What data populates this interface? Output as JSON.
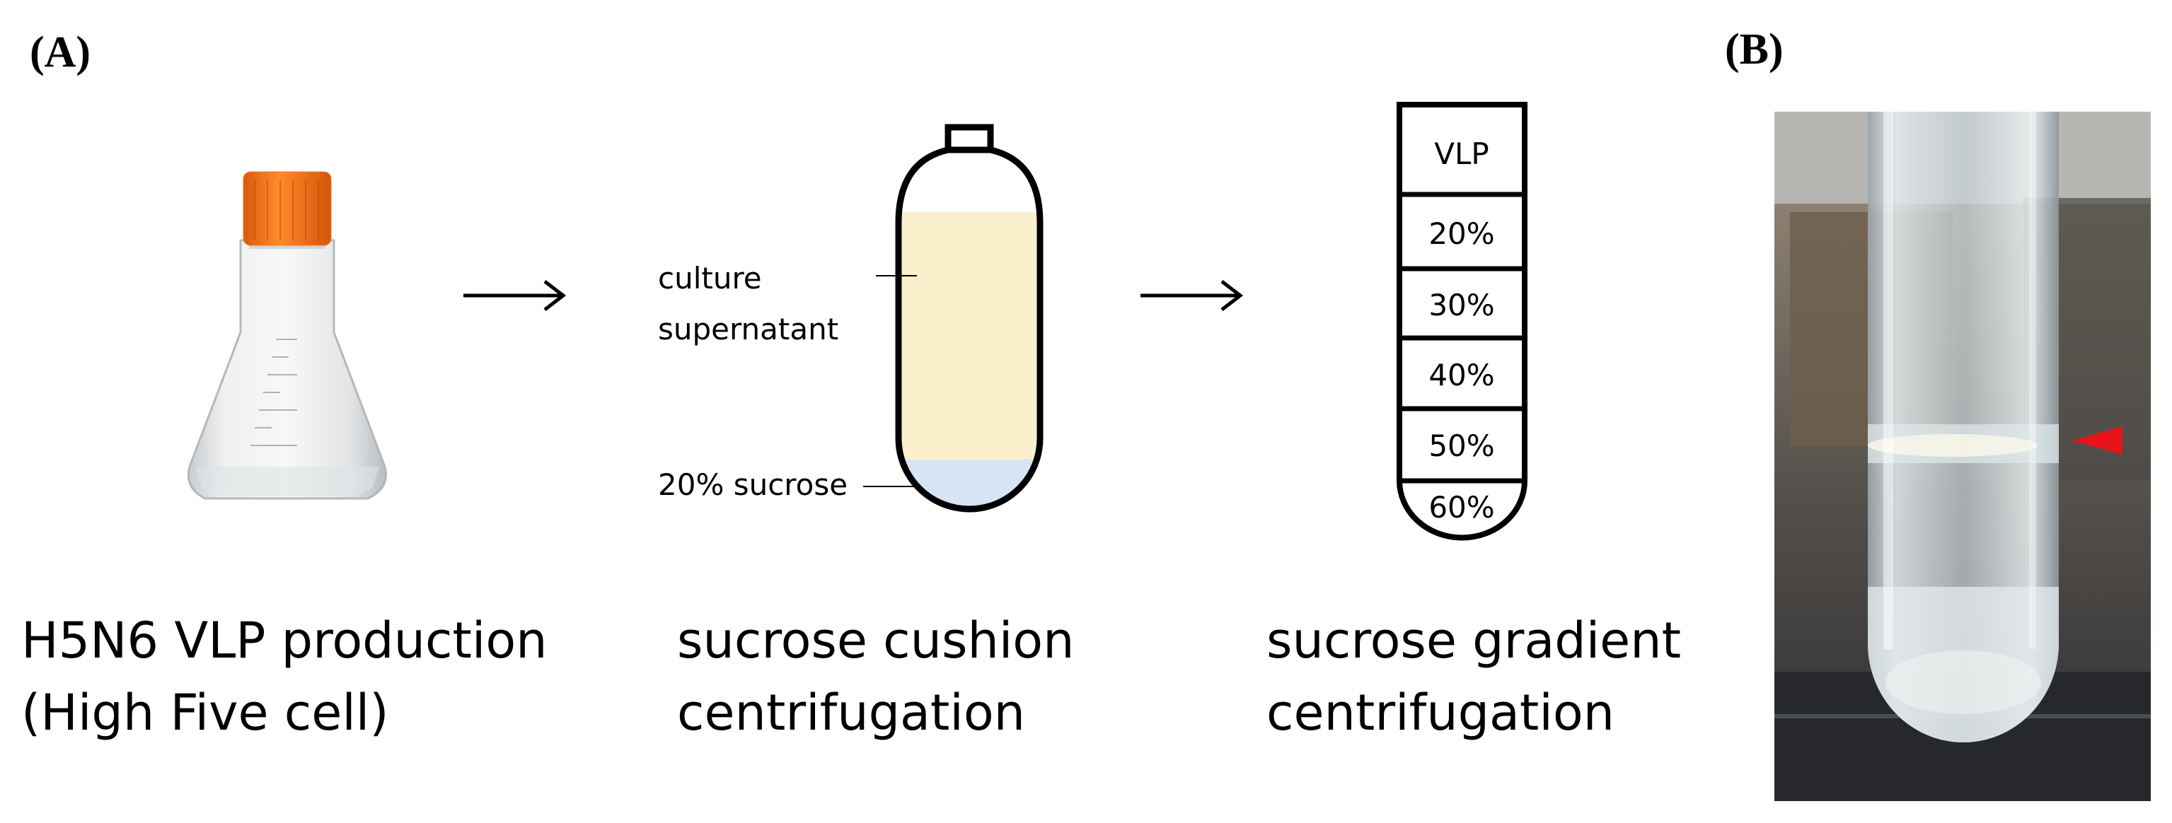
{
  "panel_a": {
    "label": "(A)",
    "steps": [
      {
        "caption_line1": "H5N6 VLP production",
        "caption_line2": "(High Five cell)"
      },
      {
        "caption_line1": "sucrose cushion",
        "caption_line2": "centrifugation"
      },
      {
        "caption_line1": "sucrose gradient",
        "caption_line2": "centrifugation"
      }
    ],
    "cushion_tube": {
      "upper_label_line1": "culture",
      "upper_label_line2": "supernatant",
      "lower_label": "20% sucrose",
      "supernatant_color": "#fbf0cc",
      "sucrose_color": "#d6e4f4"
    },
    "gradient_tube": {
      "layers": [
        "VLP",
        "20%",
        "30%",
        "40%",
        "50%",
        "60%"
      ]
    },
    "flask": {
      "cap_color": "#f47a1f"
    }
  },
  "panel_b": {
    "label": "(B)",
    "marker_color": "#e8141c"
  }
}
